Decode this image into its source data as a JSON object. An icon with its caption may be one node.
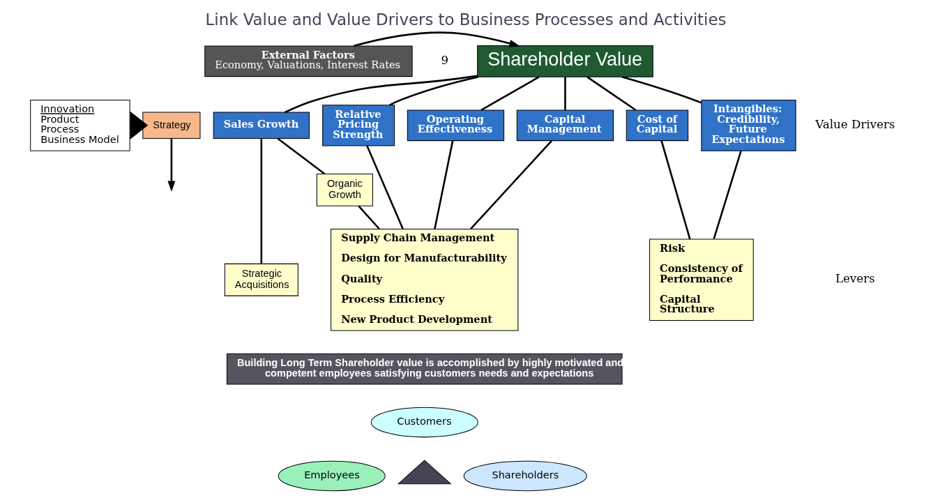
{
  "diagram": {
    "title": "Link Value and Value Drivers to Business Processes and Activities",
    "nodes": [
      {
        "text": [
          "Innovation",
          "Product",
          "Process",
          "Business Model"
        ]
      },
      {
        "text": [
          "Strategy"
        ]
      },
      {
        "text": [
          "Shareholder Value"
        ]
      },
      {
        "text": [
          "External Factors",
          "Economy, Valuations, Interest Rates"
        ]
      },
      {
        "text": [
          "Sales Growth"
        ]
      },
      {
        "text": [
          "Relative Pricing Strength"
        ]
      },
      {
        "text": [
          "Operating Effectiveness"
        ]
      },
      {
        "text": [
          "Capital Management"
        ]
      },
      {
        "text": [
          "Cost of Capital"
        ]
      },
      {
        "text": [
          "Intangibles: Credibility, Future Expectations"
        ]
      },
      {
        "text": [
          "Strategic Acquisitions"
        ]
      },
      {
        "text": [
          "Organic Growth"
        ]
      },
      {
        "text": [
          "Supply Chain Management",
          "Design for Manufacturability",
          "Quality",
          "Process Efficiency",
          "New Product Development"
        ]
      },
      {
        "text": [
          "Risk",
          "Consistency of Performance",
          "Capital Structure"
        ]
      },
      {
        "text": [
          "Building Long Term Shareholder value is accomplished by highly motivated and competent employees satisfying customers needs and expectations"
        ]
      },
      {
        "text": [
          "Customers"
        ]
      },
      {
        "text": [
          "Employees"
        ]
      },
      {
        "text": [
          "Shareholders"
        ]
      },
      {
        "text": [],
        "shape": "triangle"
      }
    ],
    "edges": [
      {
        "from": 0,
        "to": 1,
        "arrow": "to",
        "style": "thick"
      },
      {
        "from": 1,
        "to": null,
        "arrow": "to"
      },
      {
        "from": 3,
        "to": 2,
        "arrow": "to"
      },
      {
        "from": 2,
        "to": 4,
        "arrow": "none"
      },
      {
        "from": 2,
        "to": 5,
        "arrow": "none"
      },
      {
        "from": 2,
        "to": 6,
        "arrow": "none"
      },
      {
        "from": 2,
        "to": 7,
        "arrow": "none"
      },
      {
        "from": 2,
        "to": 8,
        "arrow": "none"
      },
      {
        "from": 2,
        "to": 9,
        "arrow": "none"
      },
      {
        "from": 4,
        "to": 10,
        "arrow": "none"
      },
      {
        "from": 4,
        "to": 11,
        "arrow": "none"
      },
      {
        "from": 5,
        "to": 12,
        "arrow": "none"
      },
      {
        "from": 11,
        "to": 12,
        "arrow": "none"
      },
      {
        "from": 6,
        "to": 12,
        "arrow": "none"
      },
      {
        "from": 7,
        "to": 12,
        "arrow": "none"
      },
      {
        "from": 8,
        "to": 13,
        "arrow": "none"
      },
      {
        "from": 9,
        "to": 13,
        "arrow": "none"
      }
    ],
    "labels": [
      "9",
      "Value Drivers",
      "Levers"
    ]
  }
}
